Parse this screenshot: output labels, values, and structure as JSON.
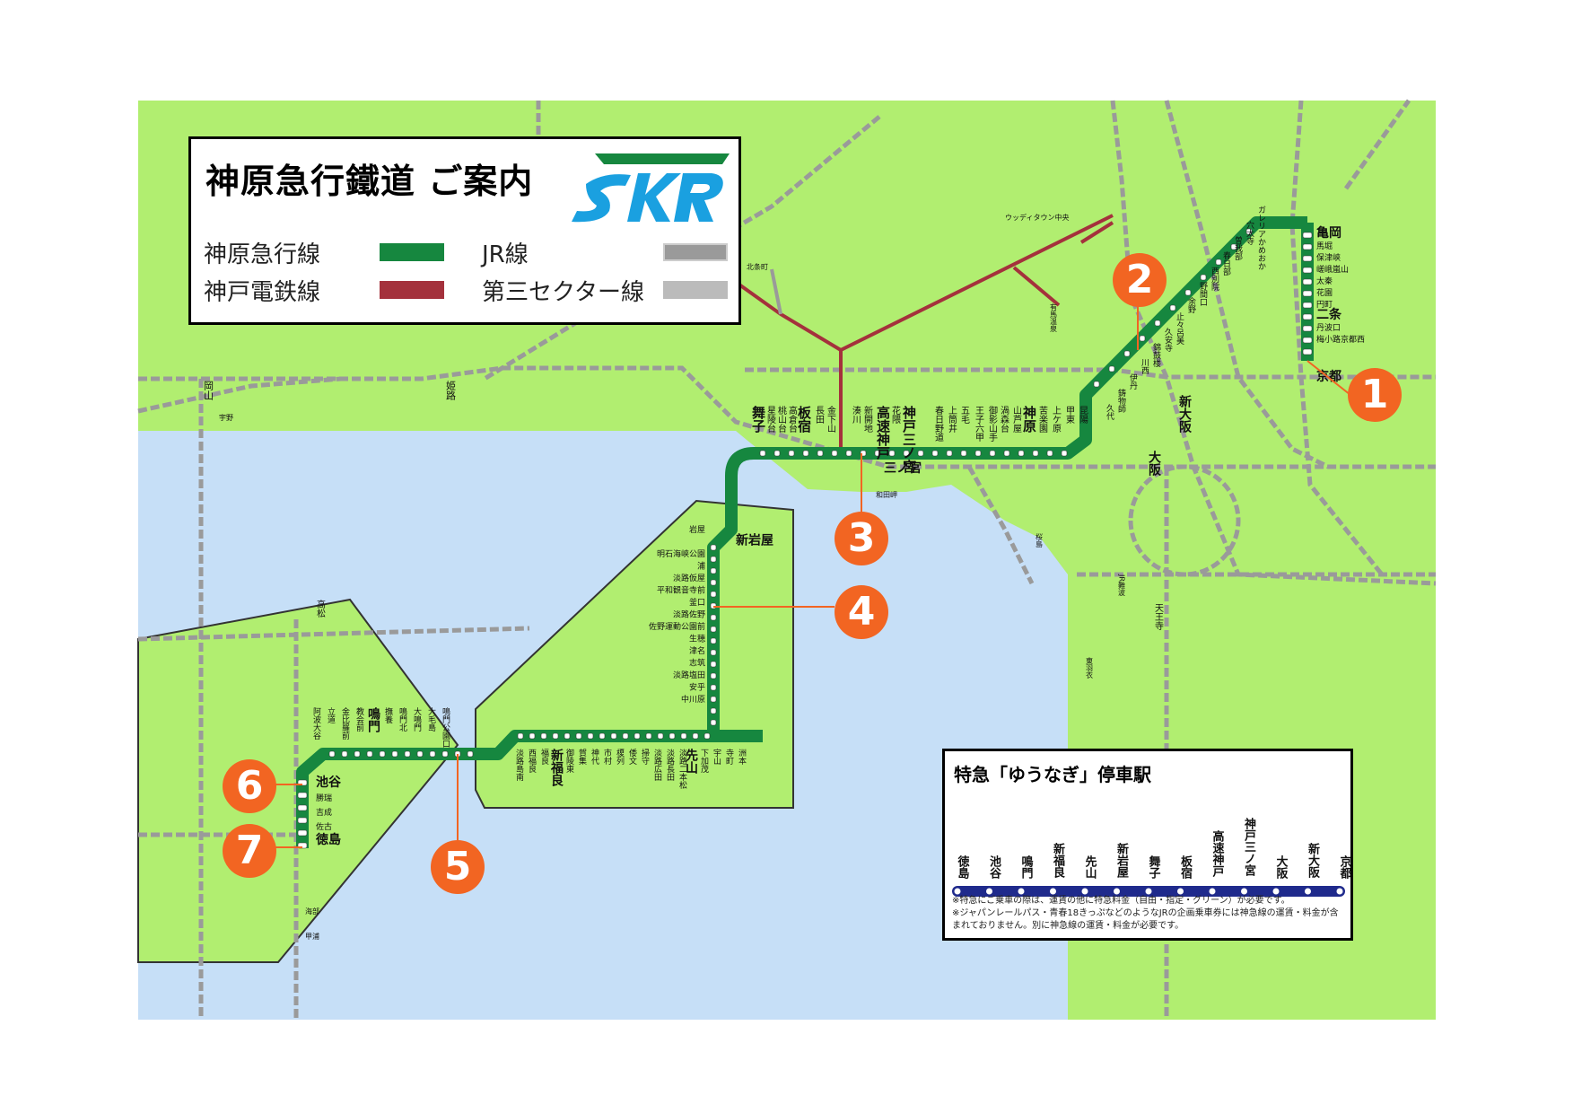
{
  "colors": {
    "land": "#b1ee70",
    "sea": "#c6dff7",
    "kanbara_line": "#16873f",
    "kobe_line": "#a4313c",
    "jr_line": "#9a9a9a",
    "third_sector_line": "#bbbbbb",
    "callout": "#f26522",
    "express_line": "#1f2a8c"
  },
  "legend": {
    "title": "神原急行鐵道 ご案内",
    "logo_text": "SKR",
    "items": [
      {
        "label": "神原急行線",
        "color": "#16873f"
      },
      {
        "label": "神戸電鉄線",
        "color": "#a4313c"
      },
      {
        "label": "JR線",
        "color": "#9a9a9a"
      },
      {
        "label": "第三セクター線",
        "color": "#bbbbbb"
      }
    ]
  },
  "callouts": [
    "1",
    "2",
    "3",
    "4",
    "5",
    "6",
    "7"
  ],
  "stations": {
    "main_line": [
      "舞子",
      "星陵台",
      "桃山台",
      "高倉台",
      "板宿",
      "長田",
      "金下山",
      "湊川",
      "新開地",
      "高速神戸",
      "花隈",
      "神戸三ノ宮",
      "春日野道",
      "上筒井",
      "五毛",
      "王子六甲",
      "御影山手",
      "渦森台",
      "山芦屋",
      "神原",
      "苦楽園",
      "上ケ原",
      "甲東",
      "昆陽",
      "久代",
      "鋳物師",
      "伊丹",
      "川西",
      "錦鼓楼",
      "久安寺",
      "止々呂美",
      "余野",
      "野間口",
      "西別院",
      "春日部",
      "曽我部",
      "穴太寺",
      "ガレリアかめおか"
    ],
    "kyoto_branch": [
      "亀岡",
      "馬堀",
      "保津峡",
      "嵯峨嵐山",
      "太秦",
      "花園",
      "円町",
      "二条",
      "丹波口",
      "梅小路京都西",
      "京都"
    ],
    "awaji_line": [
      "岩屋",
      "新岩屋",
      "明石海峡公園",
      "浦",
      "淡路仮屋",
      "平和観音寺前",
      "釜口",
      "淡路佐野",
      "佐野運動公園前",
      "生穂",
      "津名",
      "志筑",
      "淡路塩田",
      "安乎",
      "中川原",
      "先山",
      "下加茂",
      "宇山",
      "寺町",
      "洲本"
    ],
    "awaji_south": [
      "淡路二本松",
      "淡路長田",
      "淡路広田",
      "掃守",
      "倭文",
      "榎列",
      "市村",
      "神代",
      "賀集",
      "御陵東",
      "新福良",
      "福良",
      "西福良",
      "淡路島南"
    ],
    "tokushima_line": [
      "鳴門公園口",
      "大毛島",
      "大鳴門",
      "鳴門北",
      "撫養",
      "鳴門",
      "教会前",
      "金比羅前",
      "立道",
      "阿波大谷",
      "池谷",
      "勝瑞",
      "吉成",
      "佐古",
      "徳島"
    ],
    "other_labels": [
      "新大阪",
      "大阪",
      "天王寺",
      "JR難波",
      "三ノ宮",
      "和田岬",
      "北条町",
      "ウッディタウン中央",
      "有馬温泉",
      "岡山",
      "宇野",
      "姫路",
      "高松",
      "海部",
      "甲浦",
      "桜島",
      "東羽衣"
    ]
  },
  "express": {
    "title": "特急「ゆうなぎ」停車駅",
    "stops": [
      "徳島",
      "池谷",
      "鳴門",
      "新福良",
      "先山",
      "新岩屋",
      "舞子",
      "板宿",
      "高速神戸",
      "神戸三ノ宮",
      "大阪",
      "新大阪",
      "京都"
    ],
    "note1": "※特急にご乗車の際は、運賃の他に特急料金（自由・指定・グリーン）が必要です。",
    "note2": "※ジャパンレールパス・青春18きっぷなどのようなJRの企画乗車券には神急線の運賃・料金が含まれておりません。別に神急線の運賃・料金が必要です。"
  }
}
